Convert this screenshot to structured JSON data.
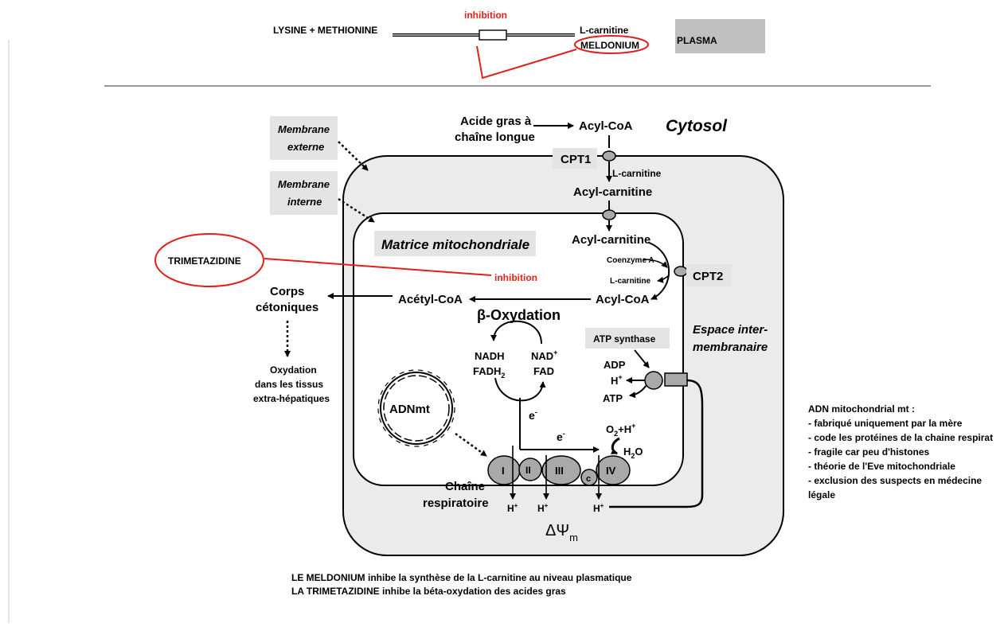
{
  "top": {
    "substrates": "LYSINE + METHIONINE",
    "inhibition": "inhibition",
    "lcarnitine": "L-carnitine",
    "meldonium": "MELDONIUM",
    "plasma": "PLASMA"
  },
  "diagram": {
    "acide_gras_1": "Acide gras à",
    "acide_gras_2": "chaîne longue",
    "acyl_coa_top": "Acyl-CoA",
    "cytosol": "Cytosol",
    "cpt1": "CPT1",
    "lcarnitine_1": "L-carnitine",
    "acyl_carnitine_1": "Acyl-carnitine",
    "membrane_externe_1": "Membrane",
    "membrane_externe_2": "externe",
    "membrane_interne_1": "Membrane",
    "membrane_interne_2": "interne",
    "matrice": "Matrice mitochondriale",
    "acyl_carnitine_2": "Acyl-carnitine",
    "coenzyme_a": "Coenzyme A",
    "lcarnitine_2": "L-carnitine",
    "cpt2": "CPT2",
    "acyl_coa_matrix": "Acyl-CoA",
    "acetyl_coa": "Acétyl-CoA",
    "corps_1": "Corps",
    "corps_2": "cétoniques",
    "oxydation_1": "Oxydation",
    "oxydation_2": "dans les tissus",
    "oxydation_3": "extra-hépatiques",
    "beta_oxydation": "β-Oxydation",
    "nadh": "NADH",
    "fadh": "FADH",
    "fadh_sub": "2",
    "nad": "NAD",
    "nad_sup": "+",
    "fad": "FAD",
    "espace_1": "Espace inter-",
    "espace_2": "membranaire",
    "atp_synthase": "ATP synthase",
    "adp": "ADP",
    "hplus": "H",
    "plus": "+",
    "atp": "ATP",
    "adnmt": "ADNmt",
    "e_minus": "e",
    "minus": "-",
    "o2h": "O",
    "o2h_sub": "2",
    "o2h_rest": "+H",
    "h2o": "H",
    "h2o_sub": "2",
    "h2o_rest": "O",
    "complex_i": "I",
    "complex_ii": "II",
    "complex_iii": "III",
    "complex_c": "c",
    "complex_iv": "IV",
    "chaine_1": "Chaîne",
    "chaine_2": "respiratoire",
    "delta_psi": "ΔΨ",
    "delta_psi_sub": "m"
  },
  "trimetazidine": "TRIMETAZIDINE",
  "inhibition_2": "inhibition",
  "adn_note": {
    "title": "ADN mitochondrial mt :",
    "lines": [
      "- fabriqué uniquement par la mère",
      "- code les protéines de la chaine respirat",
      "- fragile car peu d'histones",
      "- théorie de l'Eve mitochondriale",
      "- exclusion des suspects en médecine",
      "légale"
    ]
  },
  "footer": {
    "line1": "LE MELDONIUM inhibe la synthèse de la L-carnitine au niveau plasmatique",
    "line2": "LA TRIMETAZIDINE inhibe la béta-oxydation des acides gras"
  },
  "colors": {
    "red": "#e0201b",
    "membrane_fill": "#ebebeb",
    "label_box": "#e4e4e4",
    "complex_fill": "#a9a9a9",
    "plasma_box": "#c0c0c0"
  }
}
